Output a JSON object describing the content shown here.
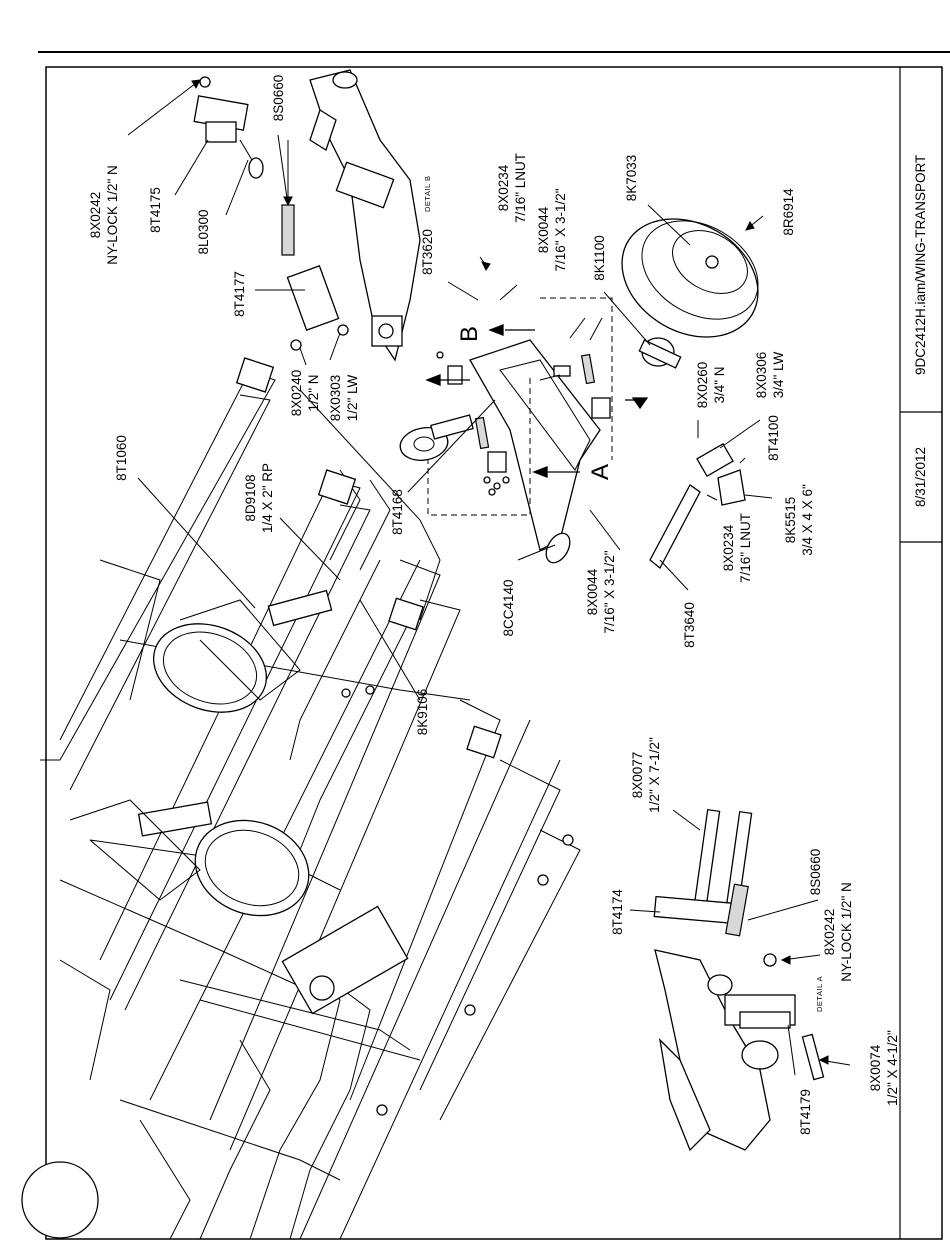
{
  "title_block": {
    "file_name": "9DC2412H.iam/WING-TRANSPORT",
    "date": "8/31/2012"
  },
  "details": {
    "detail_a": "DETAIL A",
    "detail_b": "DETAIL B",
    "letter_a": "A",
    "letter_b": "B"
  },
  "callouts": {
    "c_8x0242_top": [
      "8X0242",
      "NY-LOCK 1/2\" N"
    ],
    "c_8t4175": [
      "8T4175"
    ],
    "c_8l0300": [
      "8L0300"
    ],
    "c_8s0660_top": [
      "8S0660"
    ],
    "c_8t4177": [
      "8T4177"
    ],
    "c_8x0240": [
      "8X0240",
      "1/2\" N"
    ],
    "c_8x0303": [
      "8X0303",
      "1/2\" LW"
    ],
    "c_8t1060": [
      "8T1060"
    ],
    "c_8d9108": [
      "8D9108",
      "1/4 X 2\" RP"
    ],
    "c_8t3620": [
      "8T3620"
    ],
    "c_8x0234_top": [
      "8X0234",
      "7/16\" LNUT"
    ],
    "c_8x0044_top": [
      "8X0044",
      "7/16\" X 3-1/2\""
    ],
    "c_8k1100": [
      "8K1100"
    ],
    "c_8k7033": [
      "8K7033"
    ],
    "c_8r6914": [
      "8R6914"
    ],
    "c_8t4168": [
      "8T4168"
    ],
    "c_8x0260": [
      "8X0260",
      "3/4\" N"
    ],
    "c_8x0306": [
      "8X0306",
      "3/4\" LW"
    ],
    "c_8t4100": [
      "8T4100"
    ],
    "c_8k5515": [
      "8K5515",
      "3/4 X 4 X 6\""
    ],
    "c_8x0234_bot": [
      "8X0234",
      "7/16\" LNUT"
    ],
    "c_8x0044_bot": [
      "8X0044",
      "7/16\" X 3-1/2\""
    ],
    "c_8cc4140": [
      "8CC4140"
    ],
    "c_8t3640": [
      "8T3640"
    ],
    "c_8k9106": [
      "8K9106"
    ],
    "c_8x0077": [
      "8X0077",
      "1/2\" X 7-1/2\""
    ],
    "c_8t4174": [
      "8T4174"
    ],
    "c_8s0660_bot": [
      "8S0660"
    ],
    "c_8x0242_bot": [
      "8X0242",
      "NY-LOCK 1/2\" N"
    ],
    "c_8t4179": [
      "8T4179"
    ],
    "c_8x0074": [
      "8X0074",
      "1/2\" X 4-1/2\""
    ]
  }
}
